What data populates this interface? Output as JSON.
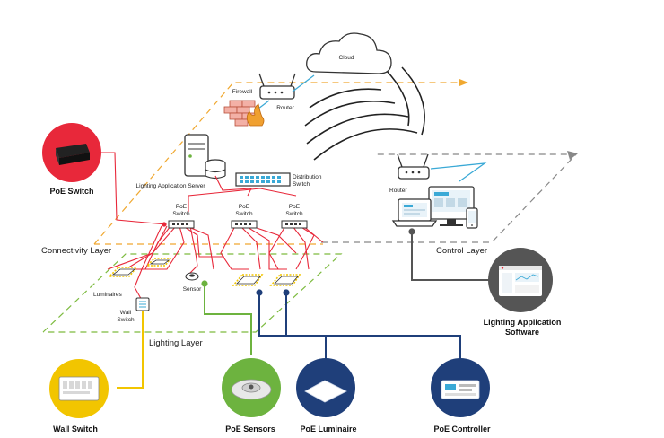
{
  "labels": {
    "cloud": "Cloud",
    "firewall": "Firewall",
    "router_top": "Router",
    "lighting_app_server": "Lighting Application Server",
    "distribution_switch_1": "Distribution",
    "distribution_switch_2": "Switch",
    "router_right": "Router",
    "poe_switch_small_1": "PoE",
    "poe_switch_small_2": "Switch",
    "luminaires": "Luminaires",
    "sensor": "Sensor",
    "wall_switch_small_1": "Wall",
    "wall_switch_small_2": "Switch",
    "connectivity_layer": "Connectivity Layer",
    "control_layer": "Control Layer",
    "lighting_layer": "Lighting Layer",
    "poe_switch": "PoE Switch",
    "wall_switch": "Wall Switch",
    "poe_sensors": "PoE Sensors",
    "poe_luminaire": "PoE Luminaire",
    "poe_controller": "PoE Controller",
    "lighting_app_software_1": "Lighting Application",
    "lighting_app_software_2": "Software"
  },
  "colors": {
    "poe_switch": "#e8283a",
    "wall_switch": "#f2c500",
    "poe_sensors": "#6db33f",
    "poe_luminaire": "#1f3f7a",
    "poe_controller": "#1f3f7a",
    "software": "#555555",
    "router_link": "#3aa9d6",
    "layer_orange": "#f0a830",
    "layer_gray": "#888888",
    "layer_green": "#7dbb3f"
  },
  "icons": [
    "cloud-icon",
    "router-icon",
    "firewall-icon",
    "server-icon",
    "network-switch-icon",
    "laptop-icon",
    "monitor-icon",
    "phone-icon",
    "luminaire-icon",
    "sensor-icon",
    "wall-switch-icon",
    "controller-icon",
    "software-screen-icon"
  ]
}
